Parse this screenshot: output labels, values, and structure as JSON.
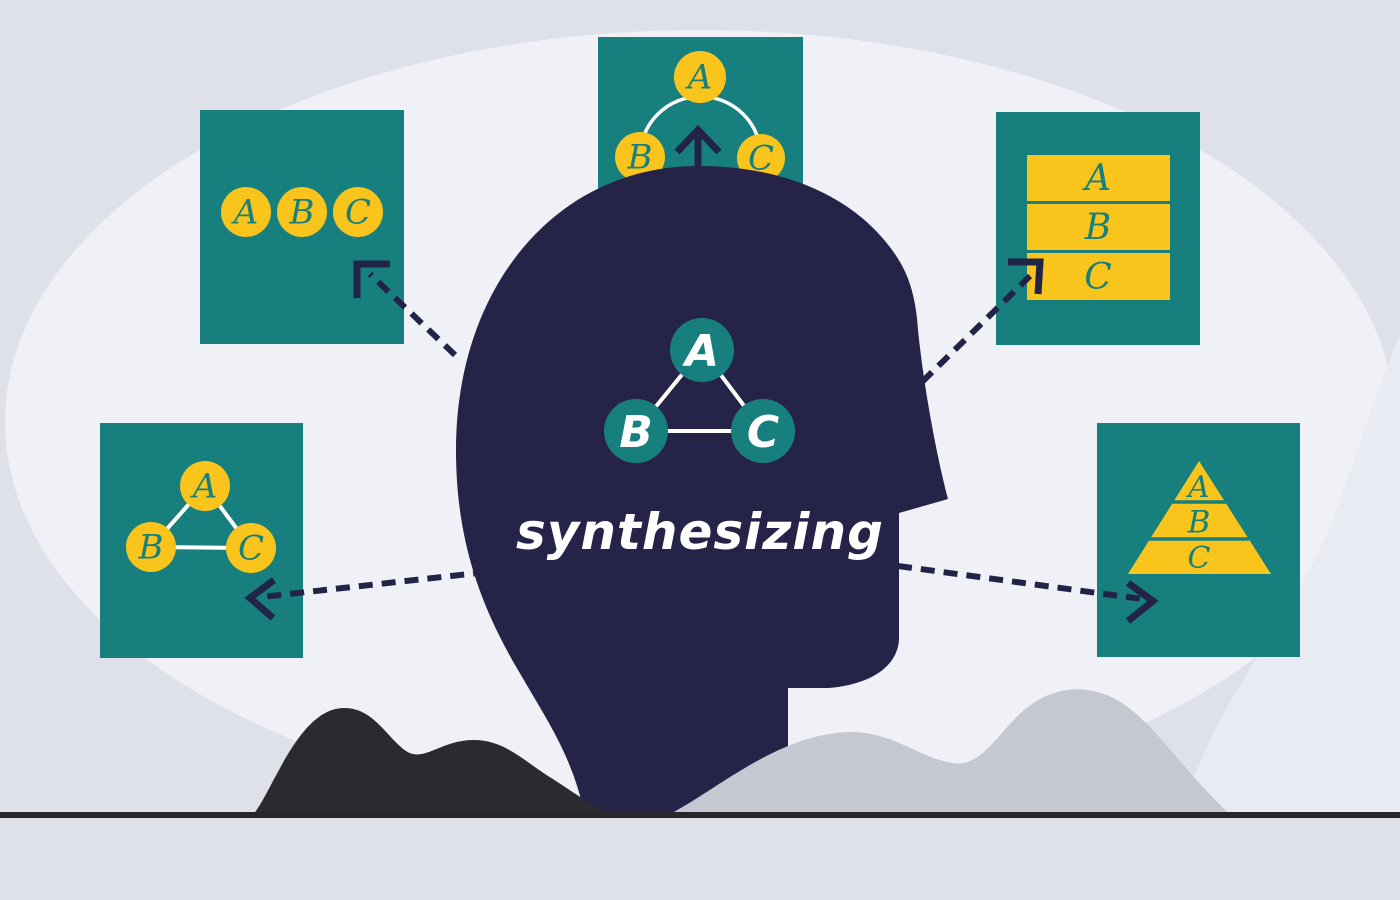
{
  "illustration": {
    "caption": "synthesizing",
    "head": {
      "a": "A",
      "b": "B",
      "c": "C"
    },
    "cards": {
      "top_left": {
        "a": "A",
        "b": "B",
        "c": "C"
      },
      "top_middle": {
        "a": "A",
        "b": "B",
        "c": "C"
      },
      "top_right": {
        "a": "A",
        "b": "B",
        "c": "C"
      },
      "bottom_left": {
        "a": "A",
        "b": "B",
        "c": "C"
      },
      "bottom_right": {
        "a": "A",
        "b": "B",
        "c": "C"
      }
    },
    "colors": {
      "background": "#dfe1ea",
      "spotlight_ellipse": "#f0f1f7",
      "corner_swoosh": "#e9ebf2",
      "card_teal": "#177f7e",
      "accent_yellow": "#f9c51c",
      "head_navy": "#252347",
      "arrow_navy": "#222447",
      "hill_dark": "#2b2a2e",
      "hill_grey": "#c6c8d1",
      "ground_line": "#26262b",
      "letter_white": "#ffffff"
    }
  }
}
